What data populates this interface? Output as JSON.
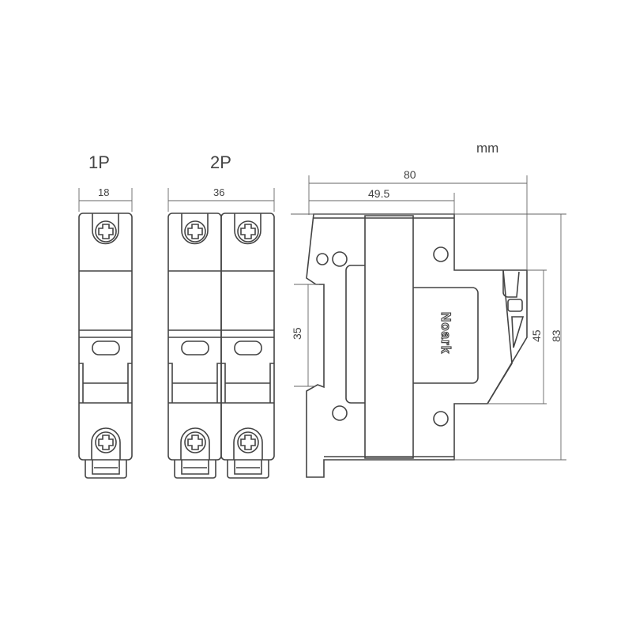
{
  "title_1p": "1P",
  "title_2p": "2P",
  "unit": "mm",
  "dims": {
    "w1p": "18",
    "w2p": "36",
    "depth": "80",
    "depth_front": "49.5",
    "rail": "35",
    "front_h": "45",
    "height": "83"
  },
  "brand": "Noark",
  "line_color": "#444444"
}
